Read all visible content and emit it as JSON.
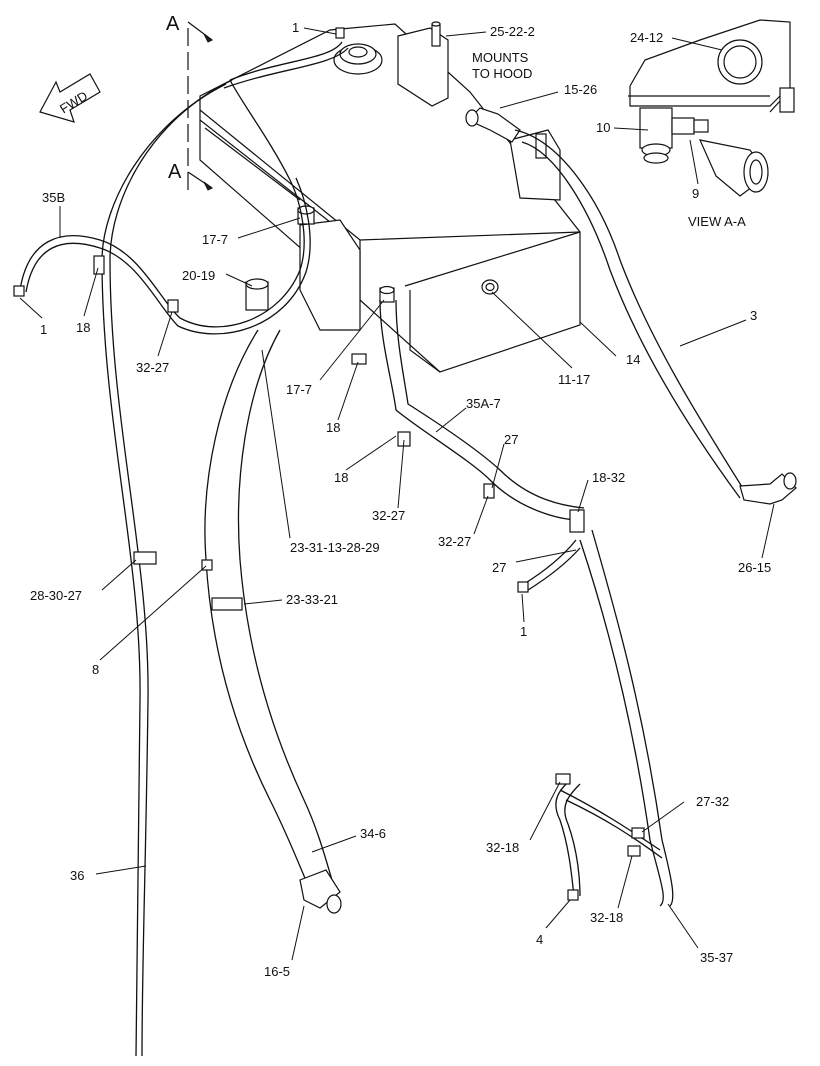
{
  "section_markers": {
    "top": "A",
    "bottom": "A"
  },
  "fwd_label": "FWD",
  "note": [
    "MOUNTS",
    "TO HOOD"
  ],
  "view_label": "VIEW  A-A",
  "callouts": [
    "1",
    "25-22-2",
    "24-12",
    "15-26",
    "10",
    "9",
    "35B",
    "17-7",
    "20-19",
    "1",
    "18",
    "32-27",
    "17-7",
    "18",
    "11-17",
    "14",
    "3",
    "35A-7",
    "18",
    "32-27",
    "27",
    "32-27",
    "18-32",
    "27",
    "1",
    "26-15",
    "23-31-13-28-29",
    "28-30-27",
    "8",
    "23-33-21",
    "34-6",
    "16-5",
    "36",
    "27-32",
    "32-18",
    "32-18",
    "4",
    "35-37"
  ]
}
